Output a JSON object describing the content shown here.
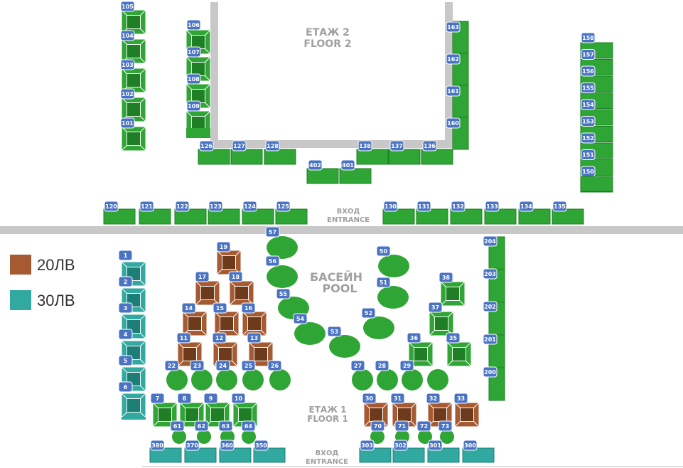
{
  "colors": {
    "green": "#2fa535",
    "green_dark": "#1e7f25",
    "brown": "#a65a31",
    "brown_dark": "#6d3a1c",
    "teal": "#31a8a0",
    "teal_dark": "#1d7d77",
    "badge": "#4a73c4",
    "wall": "#c8c8c8"
  },
  "labels": {
    "floor2": [
      "ЕТАЖ 2",
      "FLOOR 2"
    ],
    "floor1": [
      "ЕТАЖ 1",
      "FLOOR 1"
    ],
    "pool": [
      "БАСЕЙН",
      "POOL"
    ],
    "entrance_top": [
      "ВХОД",
      "ENTRANCE"
    ],
    "entrance_bottom": [
      "ВХОД",
      "ENTRANCE"
    ]
  },
  "legend": [
    {
      "text": "20ЛВ",
      "color": "#a65a31"
    },
    {
      "text": "30ЛВ",
      "color": "#31a8a0"
    }
  ],
  "booths_left_column": [
    "105",
    "104",
    "103",
    "102",
    "101"
  ],
  "booths_inner_column": [
    "106",
    "107",
    "108",
    "109"
  ],
  "booths_right_inner": [
    "163",
    "162",
    "161",
    "160"
  ],
  "booths_far_right": [
    "158",
    "157",
    "156",
    "155",
    "154",
    "153",
    "152",
    "151",
    "150"
  ],
  "booths_floor2_bottom": [
    "126",
    "127",
    "128",
    "402",
    "401",
    "138",
    "137",
    "136"
  ],
  "booths_entrance_row": [
    "120",
    "121",
    "122",
    "123",
    "124",
    "125",
    "130",
    "131",
    "132",
    "133",
    "134",
    "135"
  ],
  "booths_teal_column": [
    "1",
    "2",
    "3",
    "4",
    "5",
    "6"
  ],
  "booths_right_column": [
    "204",
    "203",
    "202",
    "201",
    "200"
  ],
  "cabanas_brown": [
    "19",
    "17",
    "18",
    "14",
    "15",
    "16",
    "11",
    "12",
    "13",
    "30",
    "31",
    "32",
    "33"
  ],
  "cabanas_green": [
    "7",
    "8",
    "9",
    "10",
    "38",
    "37",
    "36",
    "35"
  ],
  "loungers": [
    "57",
    "56",
    "55",
    "54",
    "53",
    "50",
    "51",
    "52",
    "22",
    "23",
    "24",
    "25",
    "26",
    "27",
    "28",
    "29",
    "61",
    "62",
    "63",
    "64",
    "70",
    "71",
    "72",
    "73"
  ],
  "booths_bottom_row": [
    "380",
    "370",
    "360",
    "350",
    "303",
    "302",
    "301",
    "300"
  ]
}
